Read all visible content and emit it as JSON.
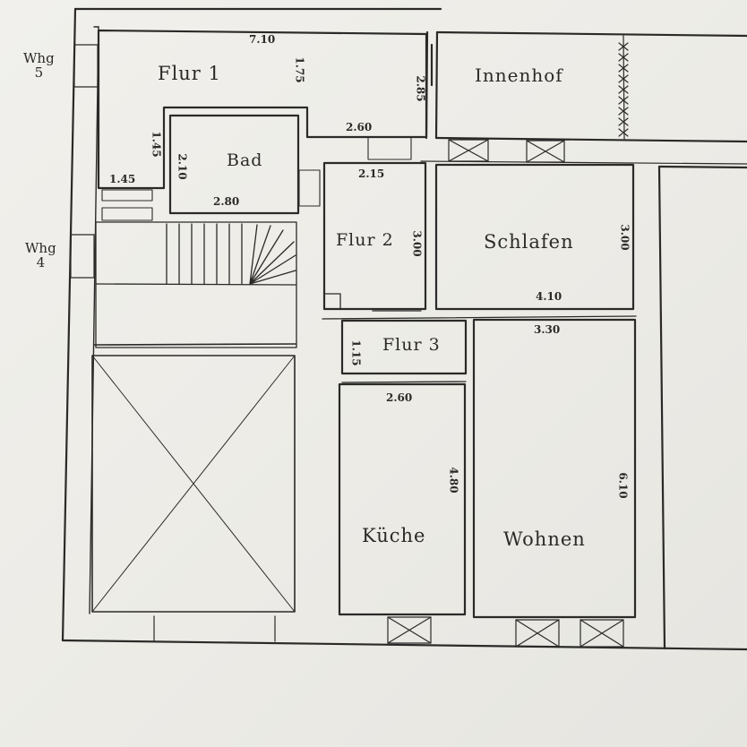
{
  "apartments": {
    "wohnung_5": {
      "label": "Whg",
      "number": "5"
    },
    "wohnung_4": {
      "label": "Whg",
      "number": "4"
    }
  },
  "rooms": {
    "flur_1": "Flur 1",
    "innenhof": "Innenhof",
    "bad": "Bad",
    "flur_2": "Flur 2",
    "schlafen": "Schlafen",
    "flur_3": "Flur 3",
    "kueche": "Küche",
    "wohnen": "Wohnen"
  },
  "dimensions": {
    "flur_1_width": "7.10",
    "flur_1_height": "1.75",
    "flur_1_right": "2.85",
    "flur_1_corridor": "2.60",
    "flur_1_left": "1.45",
    "flur_1_step": "1.45",
    "bad_height": "2.10",
    "bad_width": "2.80",
    "flur_2_width": "2.15",
    "flur_2_height": "3.00",
    "schlafen_height": "3.00",
    "schlafen_width": "4.10",
    "wohnen_width": "3.30",
    "flur_3_height": "1.15",
    "kueche_width": "2.60",
    "kueche_height": "4.80",
    "wohnen_height": "6.10"
  },
  "colors": {
    "ink": "#2b2a28",
    "paper": "#ecebe7"
  }
}
